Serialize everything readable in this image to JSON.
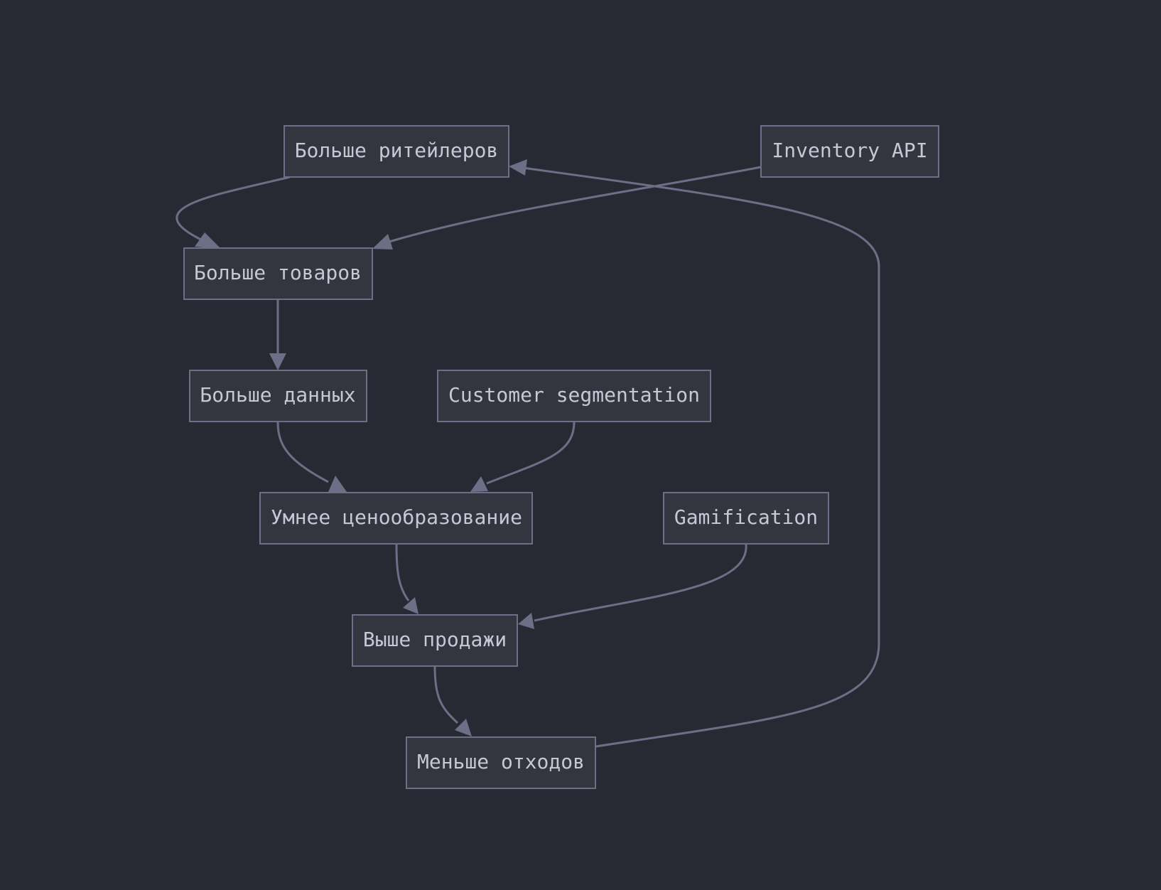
{
  "colors": {
    "background": "#282a33",
    "node_fill": "#33353f",
    "node_stroke": "#6c6f85",
    "edge": "#6c6f85",
    "text": "#c6c8d6"
  },
  "nodes": {
    "retailers": {
      "label": "Больше ритейлеров"
    },
    "inventory_api": {
      "label": "Inventory API"
    },
    "products": {
      "label": "Больше товаров"
    },
    "data": {
      "label": "Больше данных"
    },
    "segmentation": {
      "label": "Customer segmentation"
    },
    "pricing": {
      "label": "Умнее ценообразование"
    },
    "gamification": {
      "label": "Gamification"
    },
    "sales": {
      "label": "Выше продажи"
    },
    "waste": {
      "label": "Меньше отходов"
    }
  },
  "edges": [
    {
      "from": "retailers",
      "to": "products"
    },
    {
      "from": "inventory_api",
      "to": "products"
    },
    {
      "from": "products",
      "to": "data"
    },
    {
      "from": "data",
      "to": "pricing"
    },
    {
      "from": "segmentation",
      "to": "pricing"
    },
    {
      "from": "pricing",
      "to": "sales"
    },
    {
      "from": "gamification",
      "to": "sales"
    },
    {
      "from": "sales",
      "to": "waste"
    },
    {
      "from": "waste",
      "to": "retailers"
    }
  ]
}
